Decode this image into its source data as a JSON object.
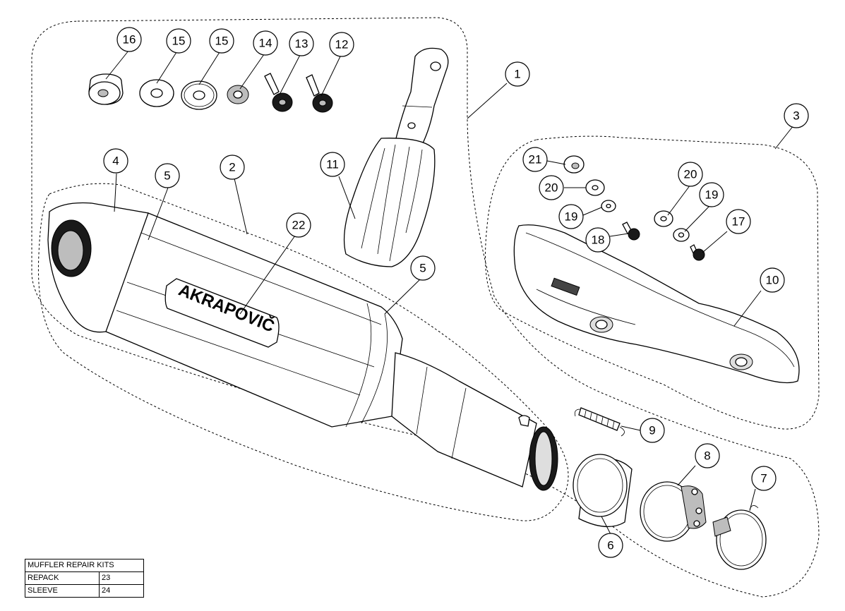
{
  "callouts": [
    {
      "id": "c16",
      "label": "16"
    },
    {
      "id": "c15a",
      "label": "15"
    },
    {
      "id": "c15b",
      "label": "15"
    },
    {
      "id": "c14",
      "label": "14"
    },
    {
      "id": "c13",
      "label": "13"
    },
    {
      "id": "c12",
      "label": "12"
    },
    {
      "id": "c1",
      "label": "1"
    },
    {
      "id": "c3",
      "label": "3"
    },
    {
      "id": "c11",
      "label": "11"
    },
    {
      "id": "c4",
      "label": "4"
    },
    {
      "id": "c5a",
      "label": "5"
    },
    {
      "id": "c2",
      "label": "2"
    },
    {
      "id": "c22",
      "label": "22"
    },
    {
      "id": "c5b",
      "label": "5"
    },
    {
      "id": "c21",
      "label": "21"
    },
    {
      "id": "c20a",
      "label": "20"
    },
    {
      "id": "c20b",
      "label": "20"
    },
    {
      "id": "c19a",
      "label": "19"
    },
    {
      "id": "c19b",
      "label": "19"
    },
    {
      "id": "c18",
      "label": "18"
    },
    {
      "id": "c17",
      "label": "17"
    },
    {
      "id": "c10",
      "label": "10"
    },
    {
      "id": "c9",
      "label": "9"
    },
    {
      "id": "c8",
      "label": "8"
    },
    {
      "id": "c7",
      "label": "7"
    },
    {
      "id": "c6",
      "label": "6"
    }
  ],
  "brand_logo_text": "AKRAPOVIČ",
  "repair_kits": {
    "title": "MUFFLER REPAIR KITS",
    "rows": [
      {
        "name": "REPACK",
        "number": "23"
      },
      {
        "name": "SLEEVE",
        "number": "24"
      }
    ]
  }
}
